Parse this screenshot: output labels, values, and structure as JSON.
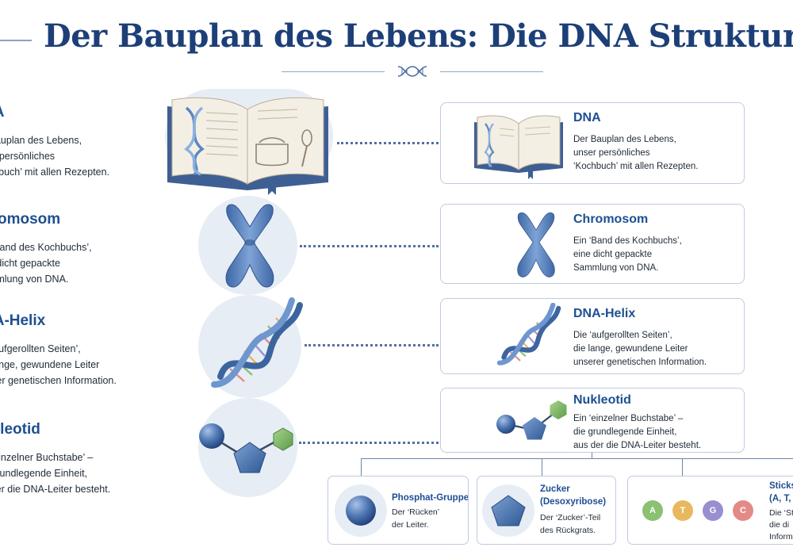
{
  "title": "Der Bauplan des Lebens: Die DNA Struktur",
  "items": [
    {
      "title": "DNA",
      "lines": [
        "Der Bauplan des Lebens,",
        "unser persönliches",
        "‘Kochbuch’ mit allen Rezepten."
      ]
    },
    {
      "title": "Chromosom",
      "lines": [
        "Ein ‘Band des Kochbuchs’,",
        "eine dicht gepackte",
        "Sammlung von DNA."
      ]
    },
    {
      "title": "DNA-Helix",
      "lines": [
        "Die ‘aufgerollten Seiten’,",
        "die lange, gewundene Leiter",
        "unserer genetischen Information."
      ]
    },
    {
      "title": "Nukleotid",
      "lines": [
        "Ein ‘einzelner Buchstabe’ –",
        "die grundlegende Einheit,",
        "aus der die DNA-Leiter besteht."
      ]
    }
  ],
  "left_items": [
    {
      "title": "NA",
      "lines": [
        "r Bauplan des Lebens,",
        "ser persönliches",
        "ochbuch’ mit allen Rezepten."
      ]
    },
    {
      "title": "hromosom",
      "lines": [
        "n ‘Band des Kochbuchs’,",
        "ne dicht gepackte",
        "ammlung von DNA."
      ]
    },
    {
      "title": "NA-Helix",
      "lines": [
        "e ‘aufgerollten Seiten’,",
        "e lange, gewundene Leiter",
        "serer genetischen Information."
      ]
    },
    {
      "title": "ukleotid",
      "lines": [
        "n ‘einzelner Buchstabe’ –",
        "e grundlegende Einheit,",
        "s der die DNA-Leiter besteht."
      ]
    }
  ],
  "components": [
    {
      "title_lines": [
        "Phosphat-Gruppe"
      ],
      "lines": [
        "Der ‘Rücken’",
        "der Leiter."
      ]
    },
    {
      "title_lines": [
        "Zucker",
        "(Desoxyribose)"
      ],
      "lines": [
        "Der ‘Zucker’-Teil",
        "des Rückgrats."
      ]
    },
    {
      "title_lines": [
        "Sticks",
        "(A, T,"
      ],
      "lines": [
        "Die ‘St",
        "die di",
        "Inform"
      ]
    }
  ],
  "bases": [
    "A",
    "T",
    "G",
    "C"
  ],
  "colors": {
    "title": "#1d3f78",
    "heading": "#1d4f91",
    "chromosome_blue": "#5b86c2",
    "panel_bg": "#e7edf5",
    "base_A": "#8cc072",
    "base_T": "#e9b85e",
    "base_G": "#9a8ed0",
    "base_C": "#e38a87"
  },
  "icons": [
    "open-book-icon",
    "chromosome-icon",
    "dna-helix-icon",
    "nucleotide-icon",
    "phosphate-sphere-icon",
    "sugar-pentagon-icon"
  ]
}
